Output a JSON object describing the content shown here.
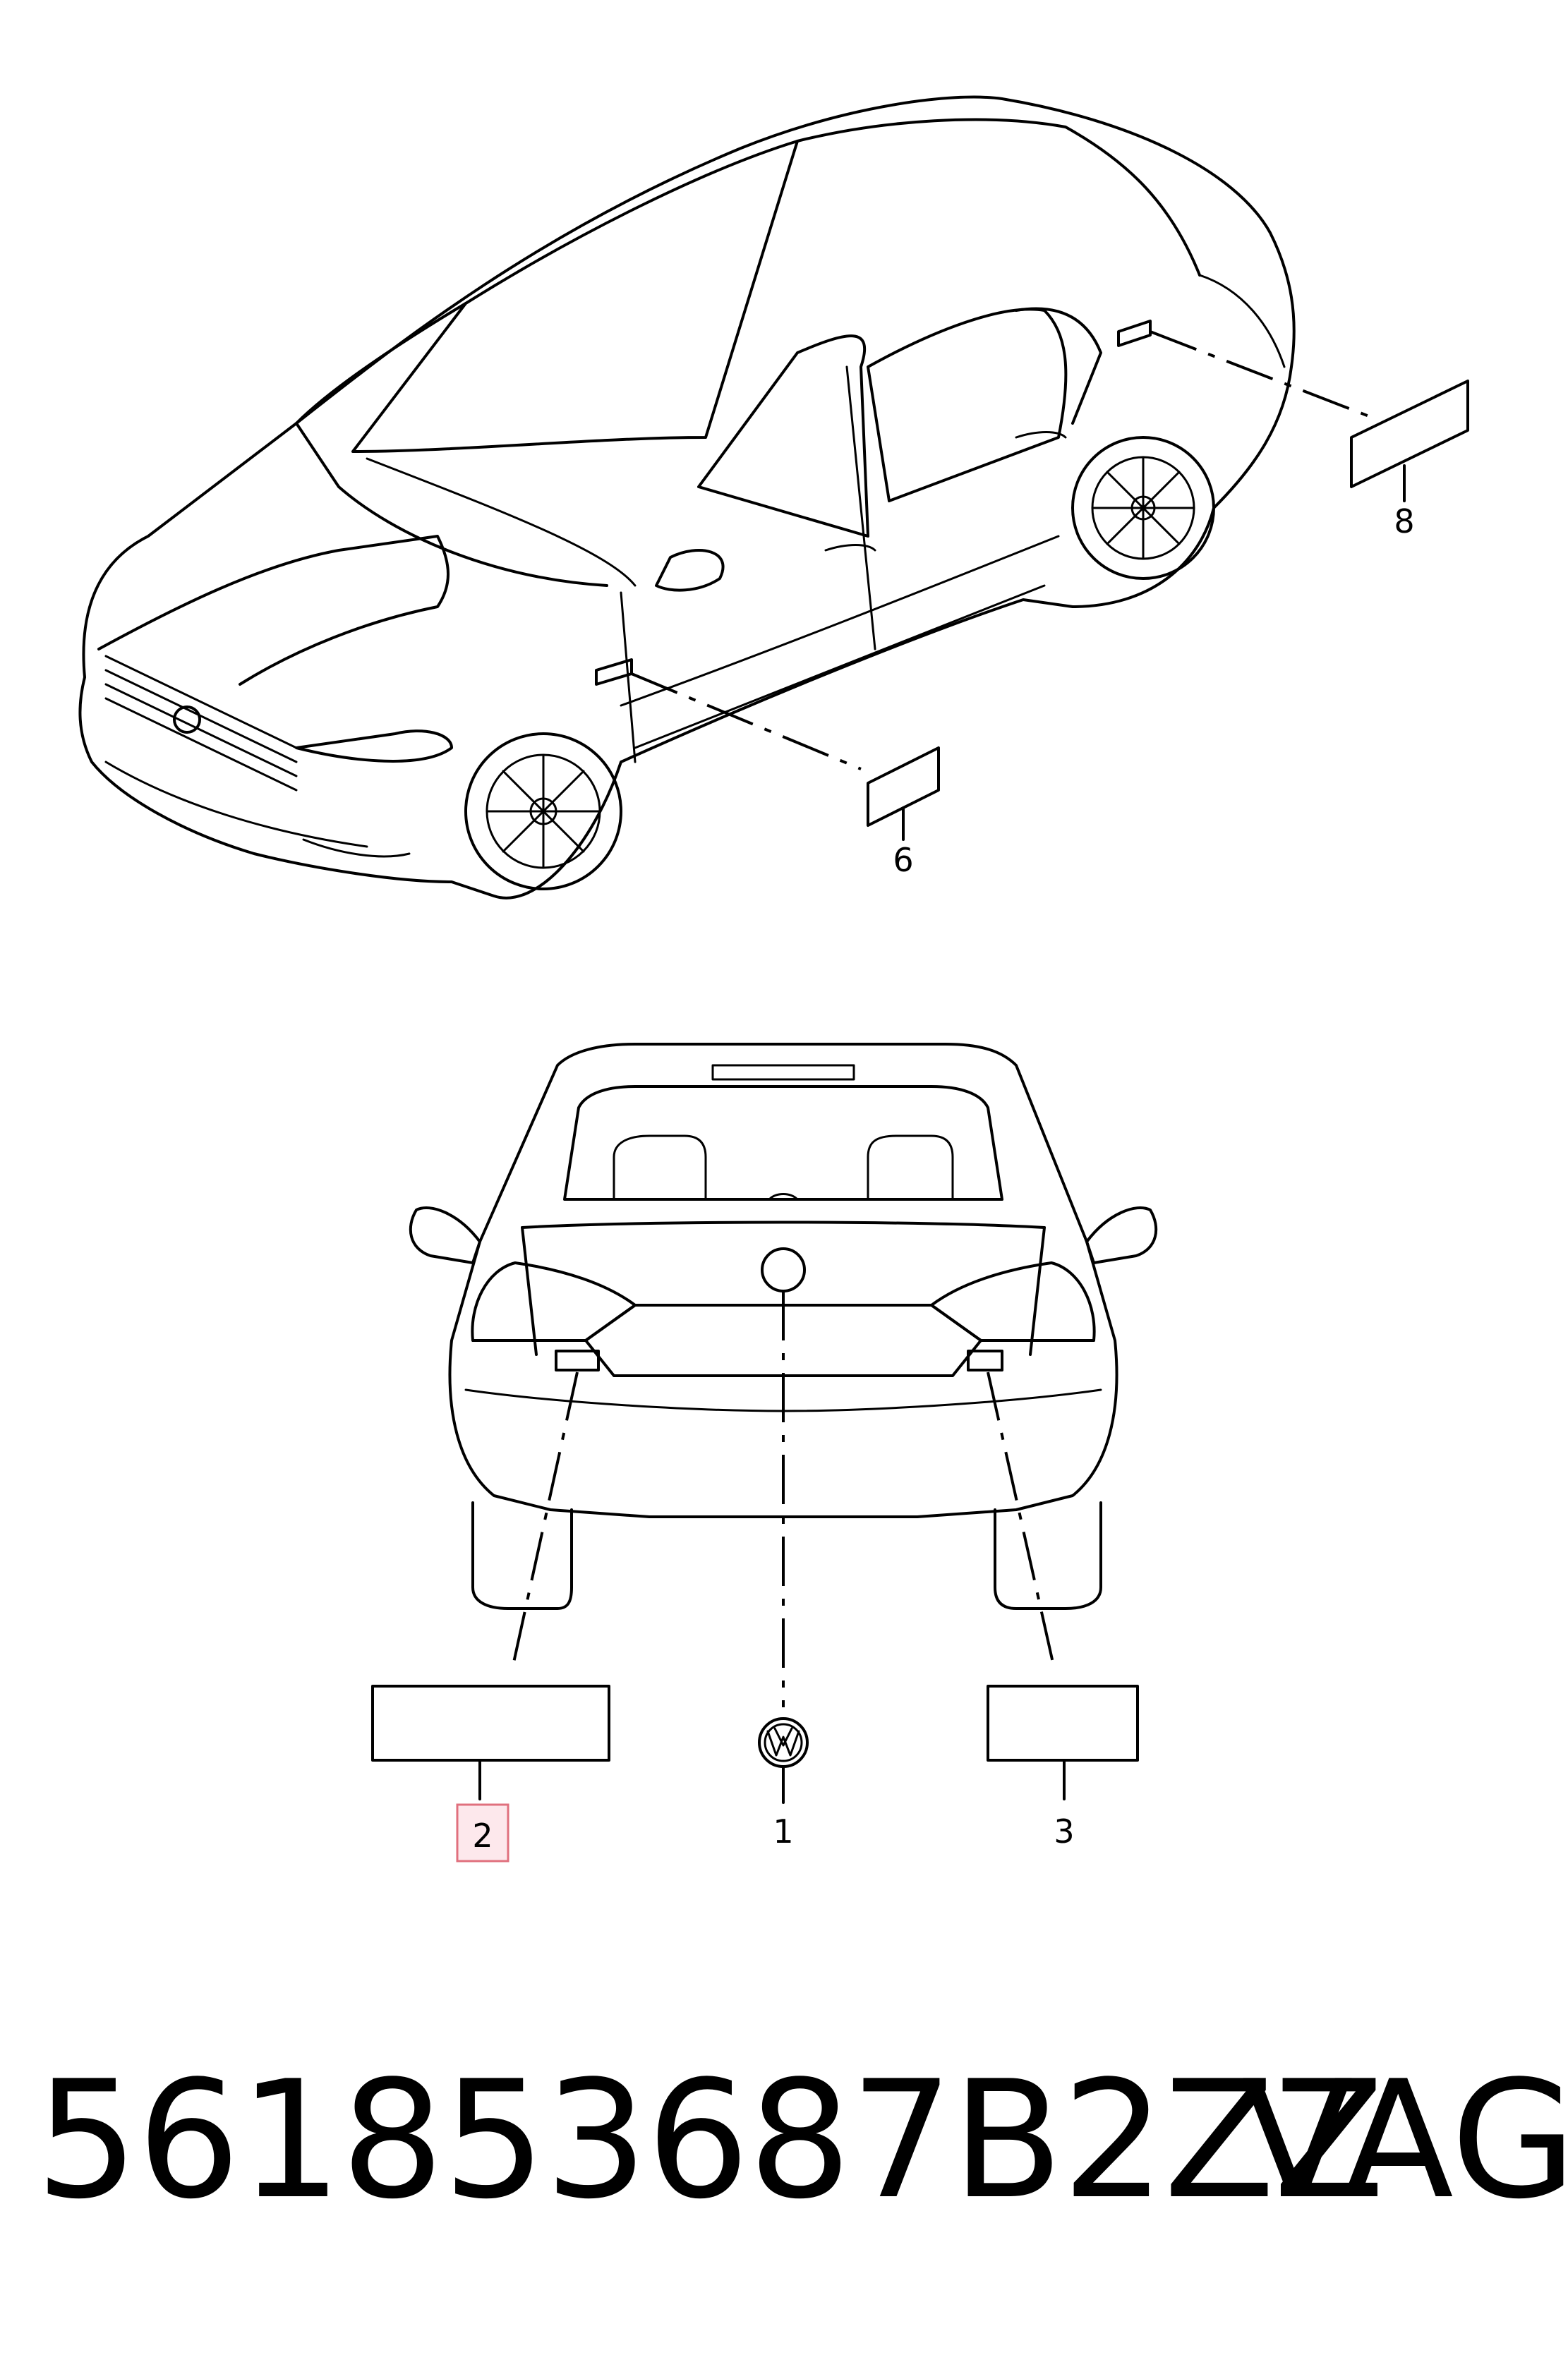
{
  "callouts": {
    "c1": "1",
    "c2": "2",
    "c3": "3",
    "c6": "6",
    "c8": "8"
  },
  "footer": {
    "part_number": "561853687B2ZZ",
    "brand": "VAG"
  },
  "colors": {
    "line": "#000000",
    "highlight_fill": "#fde8ec",
    "highlight_stroke": "#e0707e"
  },
  "icons": {
    "emblem": "vw-logo-icon"
  }
}
